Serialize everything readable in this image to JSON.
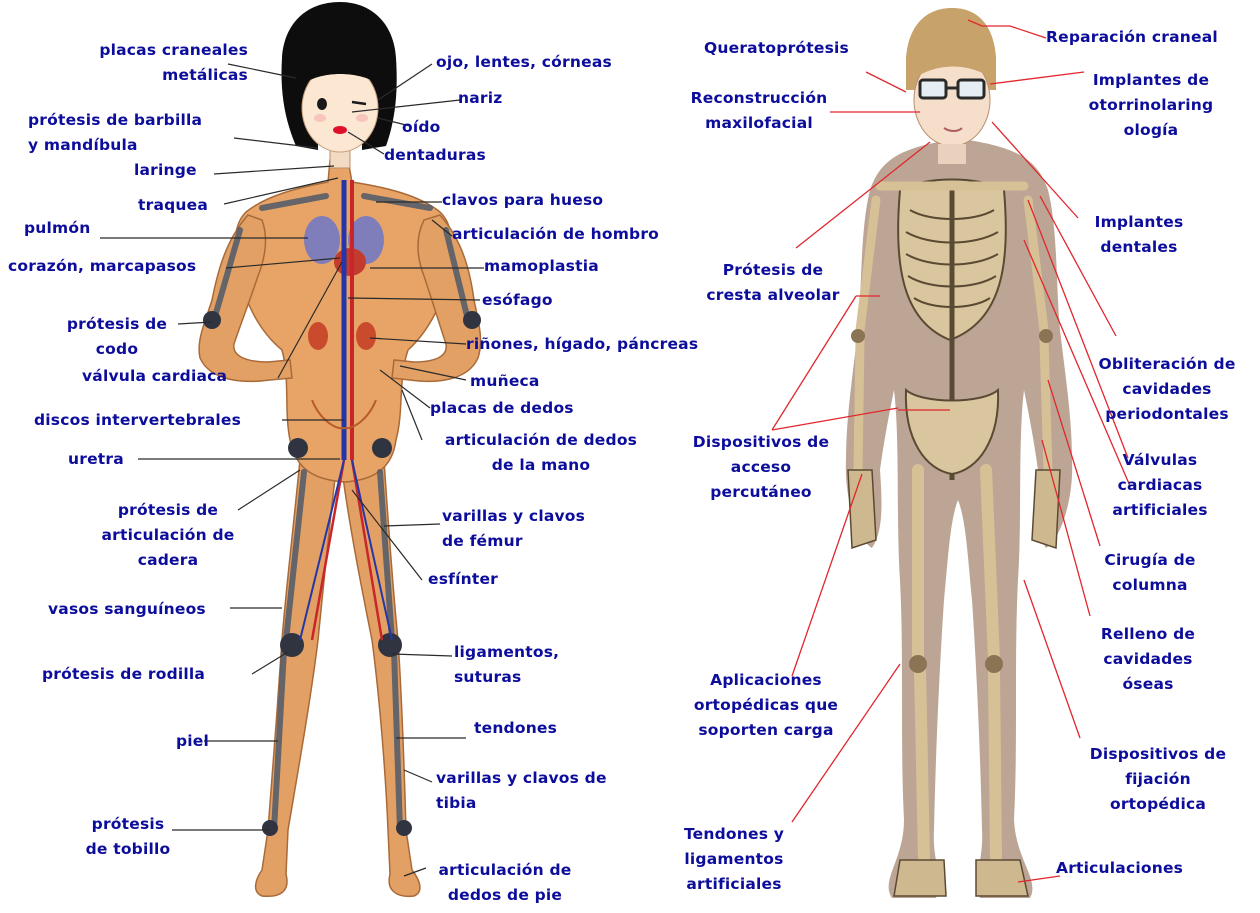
{
  "colors": {
    "label_text": "#0d0d9c",
    "left_leader": "#222222",
    "right_leader": "#e2262c",
    "woman_skin": "#e8a260",
    "skeleton_halo": "#b59c8a",
    "bone": "#dcc9a3",
    "hair_woman": "#111111",
    "hair_man": "#caa56c"
  },
  "woman": {
    "labels": [
      {
        "id": "placas-craneales",
        "text": "placas craneales\nmetálicas"
      },
      {
        "id": "ojo-lentes",
        "text": "ojo, lentes, córneas"
      },
      {
        "id": "nariz",
        "text": "nariz"
      },
      {
        "id": "protesis-barbilla",
        "text": "prótesis de barbilla\ny mandíbula"
      },
      {
        "id": "oido",
        "text": "oído"
      },
      {
        "id": "dentaduras",
        "text": "dentaduras"
      },
      {
        "id": "laringe",
        "text": "laringe"
      },
      {
        "id": "traquea",
        "text": "traquea"
      },
      {
        "id": "clavos-hueso",
        "text": "clavos para hueso"
      },
      {
        "id": "pulmon",
        "text": "pulmón"
      },
      {
        "id": "articulacion-hombro",
        "text": "articulación de hombro"
      },
      {
        "id": "corazon",
        "text": "corazón, marcapasos"
      },
      {
        "id": "mamoplastia",
        "text": "mamoplastia"
      },
      {
        "id": "esofago",
        "text": "esófago"
      },
      {
        "id": "protesis-codo",
        "text": "prótesis de\ncodo"
      },
      {
        "id": "rinones",
        "text": "riñones, hígado, páncreas"
      },
      {
        "id": "valvula-cardiaca",
        "text": "válvula cardiaca"
      },
      {
        "id": "muneca",
        "text": "muñeca"
      },
      {
        "id": "placas-dedos",
        "text": "placas de dedos"
      },
      {
        "id": "discos",
        "text": "discos intervertebrales"
      },
      {
        "id": "articulacion-dedos-mano",
        "text": "articulación de dedos\nde la mano"
      },
      {
        "id": "uretra",
        "text": "uretra"
      },
      {
        "id": "protesis-cadera",
        "text": "prótesis de\narticulación de\ncadera"
      },
      {
        "id": "varillas-femur",
        "text": "varillas y clavos\nde fémur"
      },
      {
        "id": "esfinter",
        "text": "esfínter"
      },
      {
        "id": "vasos",
        "text": "vasos sanguíneos"
      },
      {
        "id": "ligamentos-suturas",
        "text": "ligamentos,\nsuturas"
      },
      {
        "id": "protesis-rodilla",
        "text": "prótesis de rodilla"
      },
      {
        "id": "tendones",
        "text": "tendones"
      },
      {
        "id": "piel",
        "text": "piel"
      },
      {
        "id": "varillas-tibia",
        "text": "varillas y clavos de\ntibia"
      },
      {
        "id": "protesis-tobillo",
        "text": "prótesis\nde tobillo"
      },
      {
        "id": "articulacion-dedos-pie",
        "text": "articulación de\ndedos de pie"
      }
    ]
  },
  "man": {
    "labels": [
      {
        "id": "queratoprotesis",
        "text": "Queratoprótesis"
      },
      {
        "id": "reparacion-craneal",
        "text": "Reparación craneal"
      },
      {
        "id": "reconstruccion-maxilofacial",
        "text": "Reconstrucción\nmaxilofacial"
      },
      {
        "id": "implantes-otorrino",
        "text": "Implantes de\notorrinolaring\nología"
      },
      {
        "id": "implantes-dentales",
        "text": "Implantes\ndentales"
      },
      {
        "id": "protesis-cresta",
        "text": "Prótesis de\ncresta alveolar"
      },
      {
        "id": "obliteracion",
        "text": "Obliteración de\ncavidades\nperiodontales"
      },
      {
        "id": "dispositivos-acceso",
        "text": "Dispositivos de\nacceso\npercutáneo"
      },
      {
        "id": "valvulas-artificiales",
        "text": "Válvulas\ncardiacas\nartificiales"
      },
      {
        "id": "cirugia-columna",
        "text": "Cirugía de\ncolumna"
      },
      {
        "id": "relleno-cavidades",
        "text": "Relleno de\ncavidades\nóseas"
      },
      {
        "id": "aplicaciones-ortopedicas",
        "text": "Aplicaciones\nortopédicas que\nsoporten carga"
      },
      {
        "id": "dispositivos-fijacion",
        "text": "Dispositivos de\nfijación\nortopédica"
      },
      {
        "id": "tendones-ligamentos",
        "text": "Tendones y\nligamentos\nartificiales"
      },
      {
        "id": "articulaciones",
        "text": "Articulaciones"
      }
    ]
  }
}
